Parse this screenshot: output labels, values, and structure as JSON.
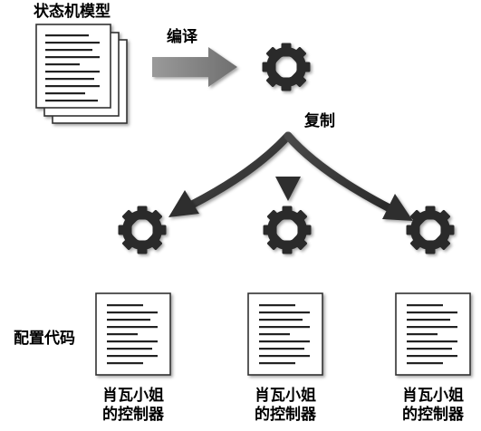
{
  "labels": {
    "state_machine_model": "状态机模型",
    "compile": "编译",
    "copy": "复制",
    "config_code": "配置代码"
  },
  "controllers": [
    {
      "line1": "肖瓦小姐",
      "line2": "的控制器"
    },
    {
      "line1": "肖瓦小姐",
      "line2": "的控制器"
    },
    {
      "line1": "肖瓦小姐",
      "line2": "的控制器"
    }
  ],
  "colors": {
    "gear": "#2b2b2b",
    "arrow": "#3a3a3a",
    "compile_arrow": "#8a8a8a",
    "document_border": "#333333",
    "text_line": "#222222"
  },
  "icons": [
    "document-stack-icon",
    "gear-icon",
    "document-icon"
  ]
}
